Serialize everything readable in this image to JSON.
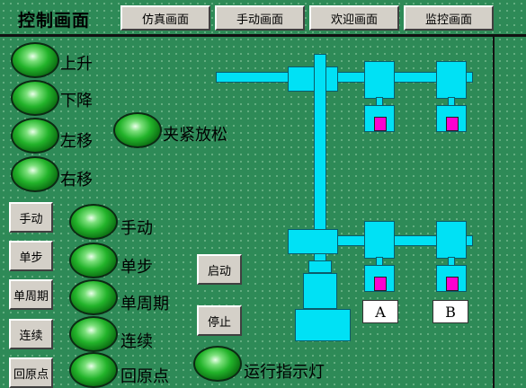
{
  "header": {
    "title": "控制画面"
  },
  "nav": [
    {
      "label": "仿真画面"
    },
    {
      "label": "手动画面"
    },
    {
      "label": "欢迎画面"
    },
    {
      "label": "监控画面"
    }
  ],
  "indicators": {
    "up": "上升",
    "down": "下降",
    "left": "左移",
    "right": "右移",
    "clamp": "夹紧放松",
    "mode_manual": "手动",
    "mode_step": "单步",
    "mode_cycle": "单周期",
    "mode_continuous": "连续",
    "mode_home": "回原点",
    "run": "运行指示灯"
  },
  "mode_buttons": [
    {
      "label": "手动"
    },
    {
      "label": "单步"
    },
    {
      "label": "单周期"
    },
    {
      "label": "连续"
    },
    {
      "label": "回原点"
    }
  ],
  "actions": {
    "start": "启动",
    "stop": "停止"
  },
  "stations": {
    "a": "A",
    "b": "B"
  },
  "colors": {
    "background": "#2e8a57",
    "machine": "#00e1f5",
    "workpiece": "#ff00d0",
    "lamp_on": "#22b32a"
  }
}
